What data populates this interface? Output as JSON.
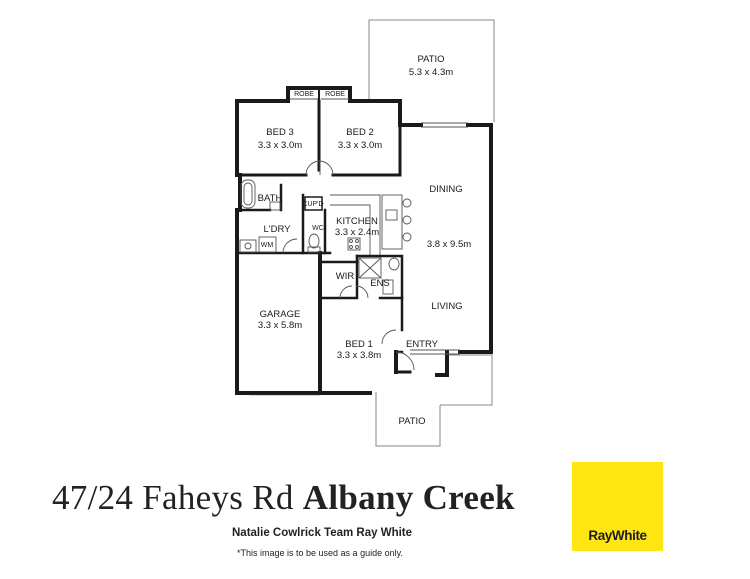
{
  "rooms": {
    "patio_top": {
      "name": "PATIO",
      "size": "5.3 x 4.3m"
    },
    "robe_left": "ROBE",
    "robe_right": "ROBE",
    "bed3": {
      "name": "BED 3",
      "size": "3.3 x 3.0m"
    },
    "bed2": {
      "name": "BED 2",
      "size": "3.3 x 3.0m"
    },
    "bath": "BATH",
    "cupd": "CUP'D",
    "kitchen": {
      "name": "KITCHEN",
      "size": "3.3 x 2.4m"
    },
    "ldry": "L'DRY",
    "wm": "WM",
    "wc": "WC",
    "dining": {
      "name": "DINING",
      "size": "3.8 x 9.5m"
    },
    "living": "LIVING",
    "wir": "WIR",
    "ens": "ENS",
    "garage": {
      "name": "GARAGE",
      "size": "3.3 x 5.8m"
    },
    "bed1": {
      "name": "BED 1",
      "size": "3.3 x 3.8m"
    },
    "entry": "ENTRY",
    "patio_bottom": "PATIO"
  },
  "listing": {
    "address": "47/24 Faheys Rd",
    "suburb": "Albany Creek",
    "agent": "Natalie Cowlrick Team Ray White",
    "disclaimer": "*This  image is to be used as a guide only."
  },
  "brand": {
    "logo_text": "RayWhite",
    "logo_color": "#ffe512",
    "wall_color": "#1a1a1a",
    "outline_color": "#8a8a8a"
  }
}
